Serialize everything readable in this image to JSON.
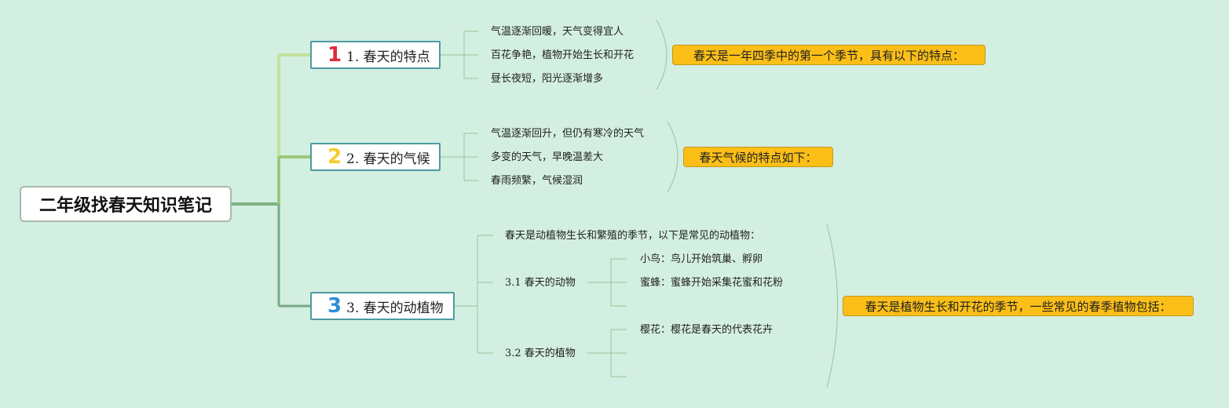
{
  "colors": {
    "background": "#d3efe1",
    "callout_fill": "#fbbf17",
    "branch_border": "#4e9aa0",
    "number_1": "#e02a3b",
    "number_2": "#f5cc2e",
    "number_3": "#2d8ed6"
  },
  "root": {
    "title": "二年级找春天知识笔记"
  },
  "branches": [
    {
      "number": "1",
      "label": "1. 春天的特点",
      "items": [
        "气温逐渐回暖，天气变得宜人",
        "百花争艳，植物开始生长和开花",
        "昼长夜短，阳光逐渐增多"
      ],
      "summary": "春天是一年四季中的第一个季节，具有以下的特点："
    },
    {
      "number": "2",
      "label": "2. 春天的气候",
      "items": [
        "气温逐渐回升，但仍有寒冷的天气",
        "多变的天气，早晚温差大",
        "春雨频繁，气候湿润"
      ],
      "summary": "春天气候的特点如下："
    },
    {
      "number": "3",
      "label": "3. 春天的动植物",
      "intro": "春天是动植物生长和繁殖的季节，以下是常见的动植物：",
      "subtopics": [
        {
          "label": "3.1 春天的动物",
          "items": [
            "小鸟：鸟儿开始筑巢、孵卵",
            "蜜蜂：蜜蜂开始采集花蜜和花粉"
          ]
        },
        {
          "label": "3.2 春天的植物",
          "items": [
            "樱花：樱花是春天的代表花卉"
          ]
        }
      ],
      "summary": "春天是植物生长和开花的季节，一些常见的春季植物包括："
    }
  ]
}
